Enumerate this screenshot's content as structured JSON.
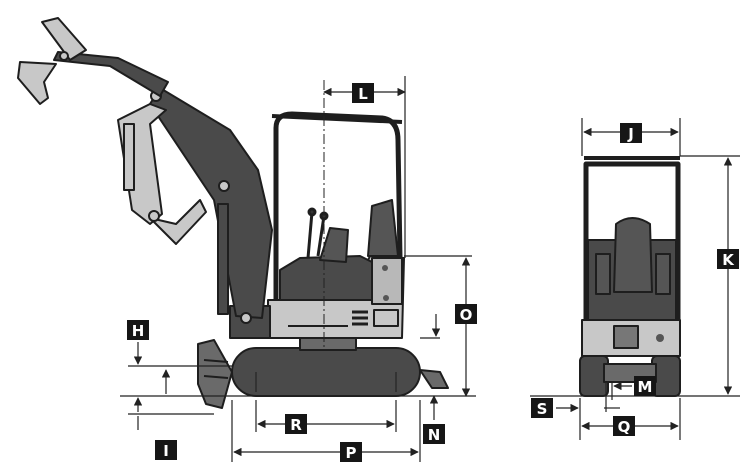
{
  "labels": {
    "L": "L",
    "J": "J",
    "K": "K",
    "O": "O",
    "H": "H",
    "I": "I",
    "R": "R",
    "P": "P",
    "N": "N",
    "S": "S",
    "Q": "Q",
    "M": "M"
  },
  "colors": {
    "body_light": "#c8c8c8",
    "body_dark": "#4a4a4a",
    "outline": "#1e1e1e",
    "label_bg": "#161616",
    "dim_line": "#222222"
  }
}
